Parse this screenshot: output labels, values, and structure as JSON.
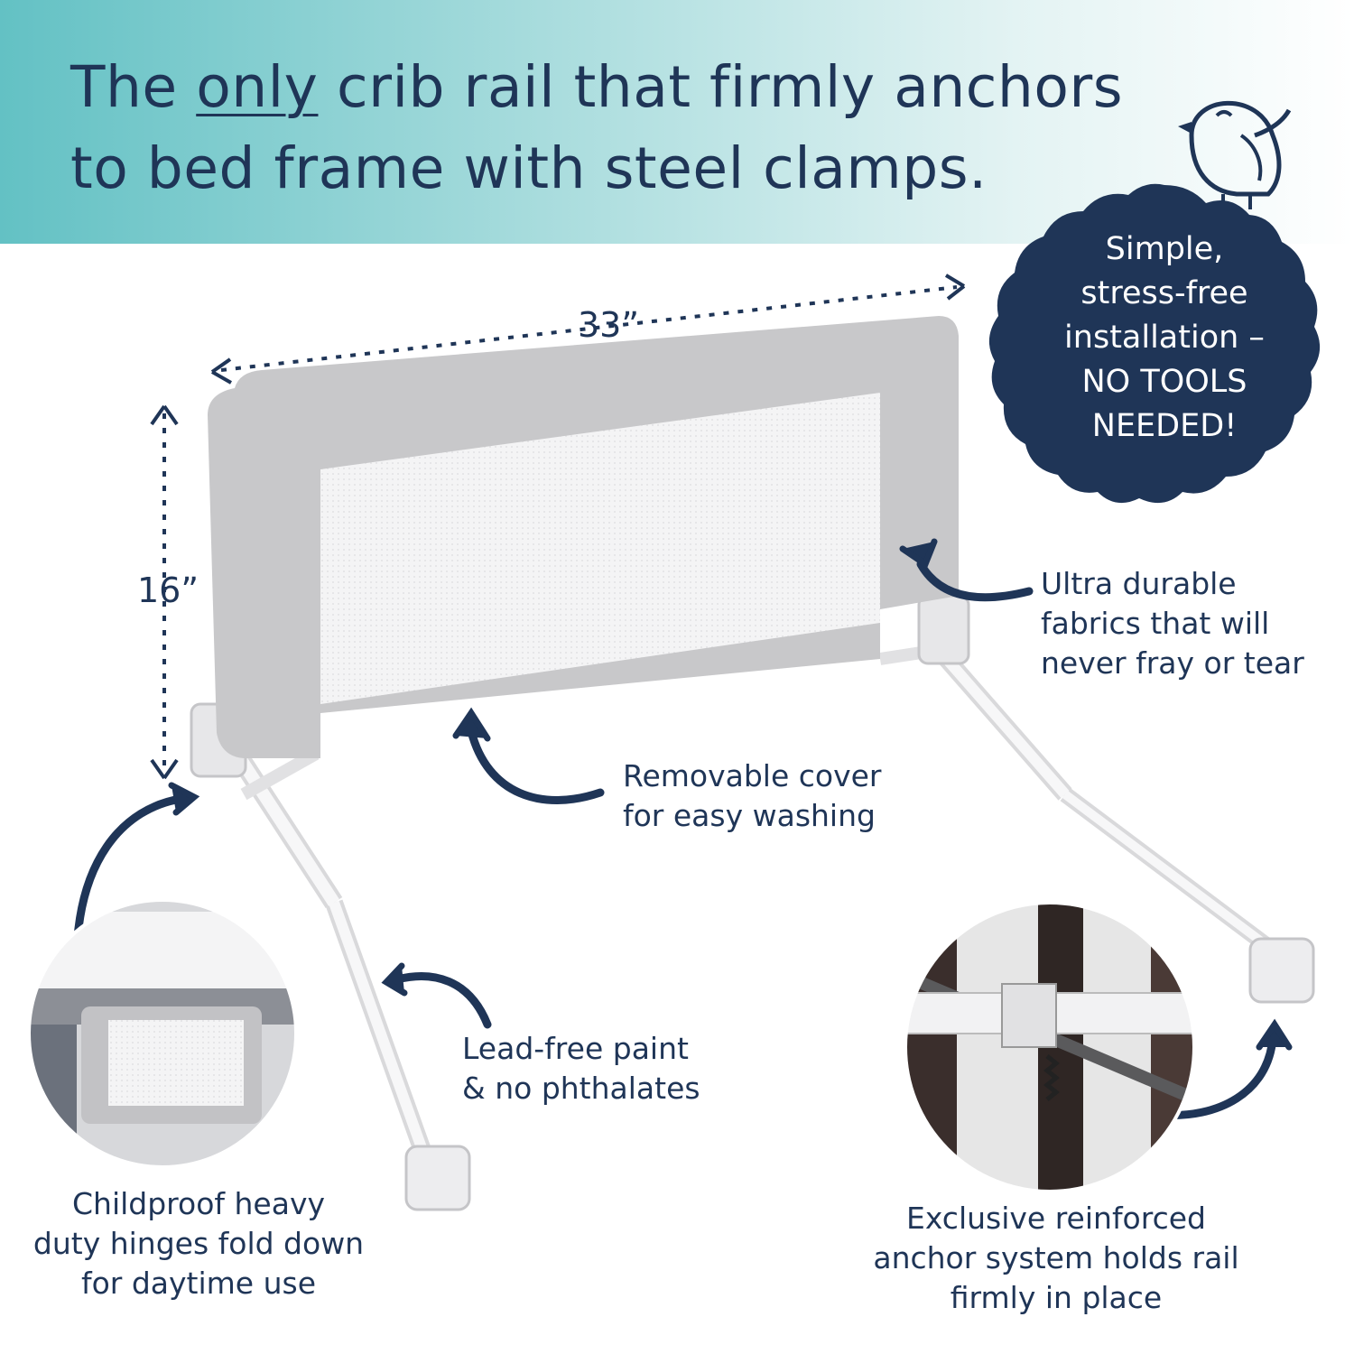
{
  "header": {
    "line1_pre": "The ",
    "line1_underlined": "only",
    "line1_post": " crib rail that firmly anchors",
    "line2": "to bed frame with steel clamps."
  },
  "badge": {
    "lines": [
      "Simple,",
      "stress-free",
      "installation –",
      "NO TOOLS",
      "NEEDED!"
    ]
  },
  "dimensions": {
    "width": "33”",
    "height": "16”"
  },
  "callouts": {
    "fabric": [
      "Ultra durable",
      "fabrics that will",
      "never fray or tear"
    ],
    "cover": [
      "Removable cover",
      "for easy washing"
    ],
    "paint": [
      "Lead-free paint",
      "& no phthalates"
    ],
    "hinges": [
      "Childproof heavy",
      "duty hinges fold down",
      "for daytime use"
    ],
    "anchor": [
      "Exclusive reinforced",
      "anchor system holds rail",
      "firmly in place"
    ]
  },
  "colors": {
    "navy": "#1f3557",
    "teal": "#63c1c4",
    "fabric_gray": "#c8c8ca",
    "mesh": "#f1f1f2"
  }
}
